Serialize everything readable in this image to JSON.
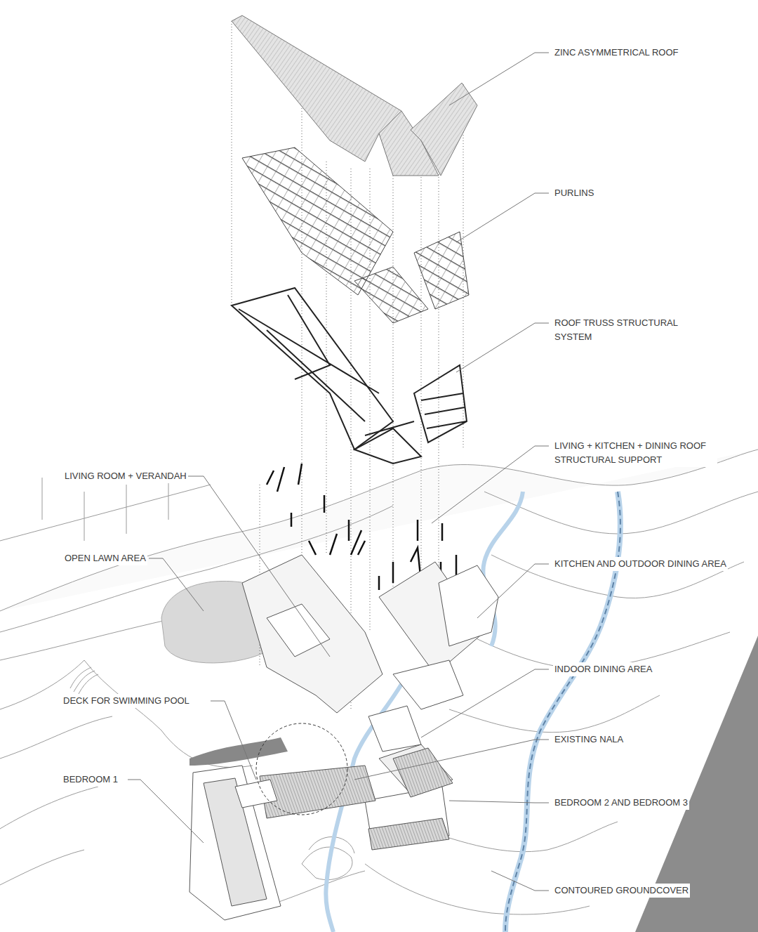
{
  "diagram": {
    "labels": [
      "ZINC ASYMMETRICAL ROOF",
      "PURLINS",
      "ROOF TRUSS STRUCTURAL SYSTEM",
      "LIVING + KITCHEN + DINING ROOF STRUCTURAL SUPPORT",
      "LIVING ROOM + VERANDAH",
      "OPEN LAWN AREA",
      "KITCHEN AND OUTDOOR DINING AREA",
      "INDOOR DINING AREA",
      "DECK FOR SWIMMING POOL",
      "EXISTING NALA",
      "BEDROOM 1",
      "BEDROOM 2 AND BEDROOM 3",
      "CONTOURED GROUNDCOVER"
    ]
  }
}
